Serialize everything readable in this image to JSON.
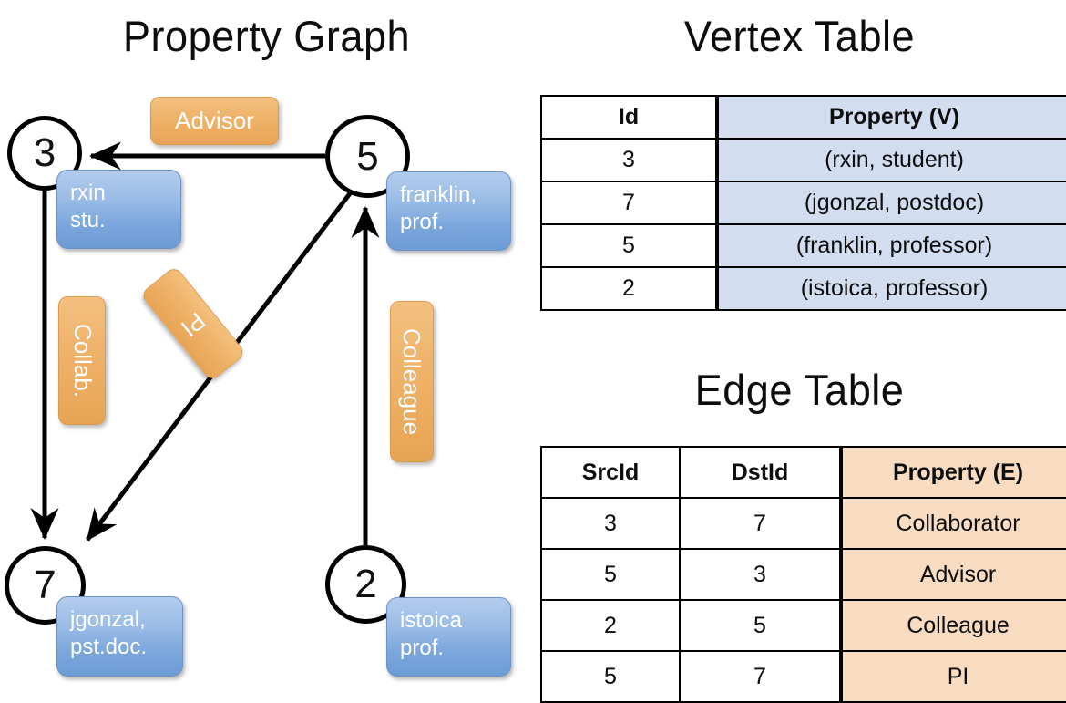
{
  "titles": {
    "graph": "Property Graph",
    "vertex_table": "Vertex Table",
    "edge_table": "Edge Table"
  },
  "graph": {
    "nodes": [
      {
        "id": "3",
        "property_line1": "rxin",
        "property_line2": "stu."
      },
      {
        "id": "5",
        "property_line1": "franklin,",
        "property_line2": "prof."
      },
      {
        "id": "7",
        "property_line1": "jgonzal,",
        "property_line2": "pst.doc."
      },
      {
        "id": "2",
        "property_line1": "istoica",
        "property_line2": "prof."
      }
    ],
    "edge_labels": [
      {
        "name": "advisor",
        "text": "Advisor"
      },
      {
        "name": "collab",
        "text": "Collab."
      },
      {
        "name": "pi",
        "text": "PI"
      },
      {
        "name": "colleague",
        "text": "Colleague"
      }
    ],
    "edges": [
      {
        "from": "5",
        "to": "3",
        "label": "Advisor"
      },
      {
        "from": "3",
        "to": "7",
        "label": "Collab."
      },
      {
        "from": "5",
        "to": "7",
        "label": "PI"
      },
      {
        "from": "2",
        "to": "5",
        "label": "Colleague"
      }
    ]
  },
  "vertex_table": {
    "headers": [
      "Id",
      "Property (V)"
    ],
    "rows": [
      [
        "3",
        "(rxin, student)"
      ],
      [
        "7",
        "(jgonzal, postdoc)"
      ],
      [
        "5",
        "(franklin, professor)"
      ],
      [
        "2",
        "(istoica, professor)"
      ]
    ]
  },
  "edge_table": {
    "headers": [
      "SrcId",
      "DstId",
      "Property (E)"
    ],
    "rows": [
      [
        "3",
        "7",
        "Collaborator"
      ],
      [
        "5",
        "3",
        "Advisor"
      ],
      [
        "2",
        "5",
        "Colleague"
      ],
      [
        "5",
        "7",
        "PI"
      ]
    ]
  },
  "colors": {
    "vertex_property_fill": "#d3ddf0",
    "edge_property_fill": "#f7dcc1",
    "node_box_blue": "#7aa6dc",
    "edge_label_orange": "#eeb269",
    "stroke": "#000000"
  }
}
